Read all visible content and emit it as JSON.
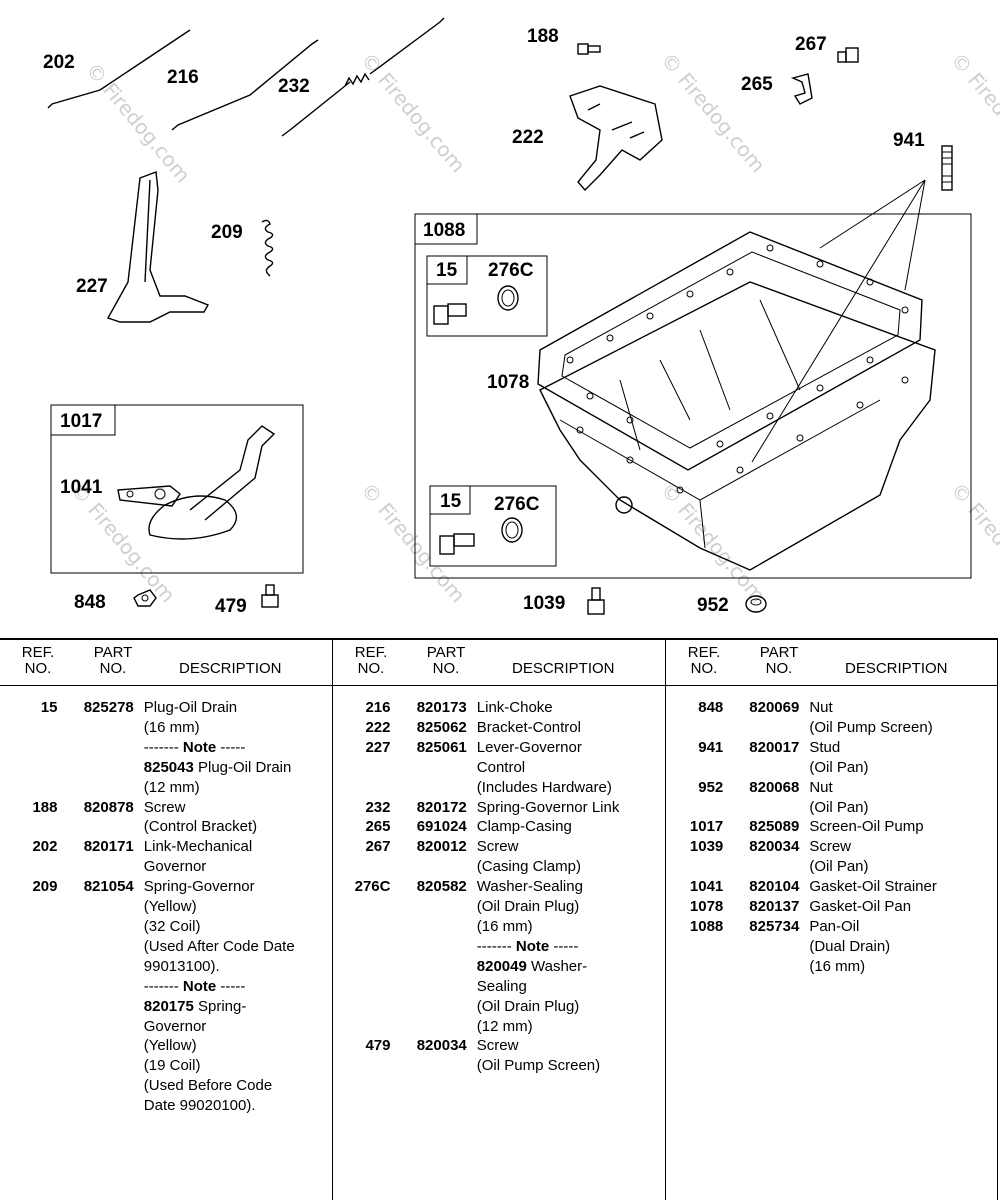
{
  "callouts": [
    {
      "id": "c202",
      "text": "202"
    },
    {
      "id": "c216",
      "text": "216"
    },
    {
      "id": "c232",
      "text": "232"
    },
    {
      "id": "c188",
      "text": "188"
    },
    {
      "id": "c267",
      "text": "267"
    },
    {
      "id": "c265",
      "text": "265"
    },
    {
      "id": "c222",
      "text": "222"
    },
    {
      "id": "c941",
      "text": "941"
    },
    {
      "id": "c209",
      "text": "209"
    },
    {
      "id": "c227",
      "text": "227"
    },
    {
      "id": "c1088",
      "text": "1088"
    },
    {
      "id": "c15a",
      "text": "15"
    },
    {
      "id": "c276Ca",
      "text": "276C"
    },
    {
      "id": "c1078",
      "text": "1078"
    },
    {
      "id": "c1017",
      "text": "1017"
    },
    {
      "id": "c1041",
      "text": "1041"
    },
    {
      "id": "c15b",
      "text": "15"
    },
    {
      "id": "c276Cb",
      "text": "276C"
    },
    {
      "id": "c848",
      "text": "848"
    },
    {
      "id": "c479",
      "text": "479"
    },
    {
      "id": "c1039",
      "text": "1039"
    },
    {
      "id": "c952",
      "text": "952"
    }
  ],
  "watermark": "© Firedog.com",
  "table": {
    "headers": {
      "ref_line1": "REF.",
      "ref_line2": "NO.",
      "part_line1": "PART",
      "part_line2": "NO.",
      "description": "DESCRIPTION"
    },
    "columns": [
      [
        {
          "ref": "15",
          "part": "825278",
          "lines": [
            "Plug-Oil Drain",
            "(16 mm)",
            {
              "note": "Note"
            },
            {
              "bold": "825043",
              "text": " Plug-Oil Drain"
            },
            "(12 mm)"
          ]
        },
        {
          "ref": "188",
          "part": "820878",
          "lines": [
            "Screw",
            "(Control Bracket)"
          ]
        },
        {
          "ref": "202",
          "part": "820171",
          "lines": [
            "Link-Mechanical",
            "Governor"
          ]
        },
        {
          "ref": "209",
          "part": "821054",
          "lines": [
            "Spring-Governor",
            "(Yellow)",
            "(32 Coil)",
            "(Used After Code Date",
            "99013100).",
            {
              "note": "Note"
            },
            {
              "bold": "820175",
              "text": " Spring-"
            },
            "Governor",
            "(Yellow)",
            "(19 Coil)",
            "(Used Before Code",
            "Date 99020100)."
          ]
        }
      ],
      [
        {
          "ref": "216",
          "part": "820173",
          "lines": [
            "Link-Choke"
          ]
        },
        {
          "ref": "222",
          "part": "825062",
          "lines": [
            "Bracket-Control"
          ]
        },
        {
          "ref": "227",
          "part": "825061",
          "lines": [
            "Lever-Governor",
            "Control",
            "(Includes Hardware)"
          ]
        },
        {
          "ref": "232",
          "part": "820172",
          "lines": [
            "Spring-Governor Link"
          ]
        },
        {
          "ref": "265",
          "part": "691024",
          "lines": [
            "Clamp-Casing"
          ]
        },
        {
          "ref": "267",
          "part": "820012",
          "lines": [
            "Screw",
            "(Casing Clamp)"
          ]
        },
        {
          "ref": "276C",
          "part": "820582",
          "lines": [
            "Washer-Sealing",
            "(Oil Drain Plug)",
            "(16 mm)",
            {
              "note": "Note"
            },
            {
              "bold": "820049",
              "text": "  Washer-"
            },
            "Sealing",
            "(Oil Drain Plug)",
            "(12 mm)"
          ]
        },
        {
          "ref": "479",
          "part": "820034",
          "lines": [
            "Screw",
            "(Oil Pump Screen)"
          ]
        }
      ],
      [
        {
          "ref": "848",
          "part": "820069",
          "lines": [
            "Nut",
            "(Oil Pump Screen)"
          ]
        },
        {
          "ref": "941",
          "part": "820017",
          "lines": [
            "Stud",
            "(Oil Pan)"
          ]
        },
        {
          "ref": "952",
          "part": "820068",
          "lines": [
            "Nut",
            "(Oil Pan)"
          ]
        },
        {
          "ref": "1017",
          "part": "825089",
          "lines": [
            "Screen-Oil Pump"
          ]
        },
        {
          "ref": "1039",
          "part": "820034",
          "lines": [
            "Screw",
            "(Oil Pan)"
          ]
        },
        {
          "ref": "1041",
          "part": "820104",
          "lines": [
            "Gasket-Oil Strainer"
          ]
        },
        {
          "ref": "1078",
          "part": "820137",
          "lines": [
            "Gasket-Oil Pan"
          ]
        },
        {
          "ref": "1088",
          "part": "825734",
          "lines": [
            "Pan-Oil",
            "(Dual Drain)",
            "(16 mm)"
          ]
        }
      ]
    ]
  }
}
